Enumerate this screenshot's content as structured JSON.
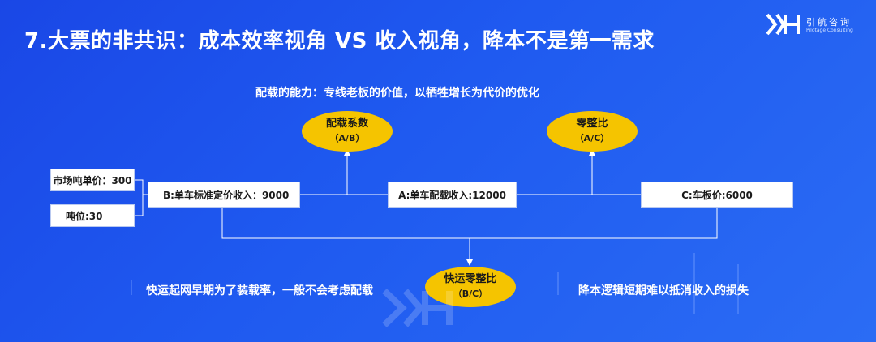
{
  "title": "7.大票的非共识：成本效率视角 VS 收入视角，降本不是第一需求",
  "logo": {
    "name": "引航咨询",
    "tagline": "Pilotage Consulting"
  },
  "subtitle": "配载的能力：专线老板的价值，以牺牲增长为代价的优化",
  "ellipses": {
    "load_factor": {
      "label": "配载系数",
      "formula": "（A/B）"
    },
    "ltl_ratio": {
      "label": "零整比",
      "formula": "（A/C）"
    },
    "express_ltl_ratio": {
      "label": "快运零整比",
      "formula": "（B/C）"
    }
  },
  "boxes": {
    "price_per_ton": "市场吨单价：300",
    "tonnage": "吨位:30",
    "standard_income": "B:单车标准定价收入：9000",
    "load_income": "A:单车配载收入:12000",
    "vehicle_cost": "C:车板价:6000"
  },
  "notes": {
    "left": "快运起网早期为了装载率，一般不会考虑配载",
    "right": "降本逻辑短期难以抵消收入的损失"
  },
  "colors": {
    "background": "#1f5af0",
    "ellipse": "#f5c400",
    "box": "#ffffff",
    "line": "#ffffff"
  }
}
